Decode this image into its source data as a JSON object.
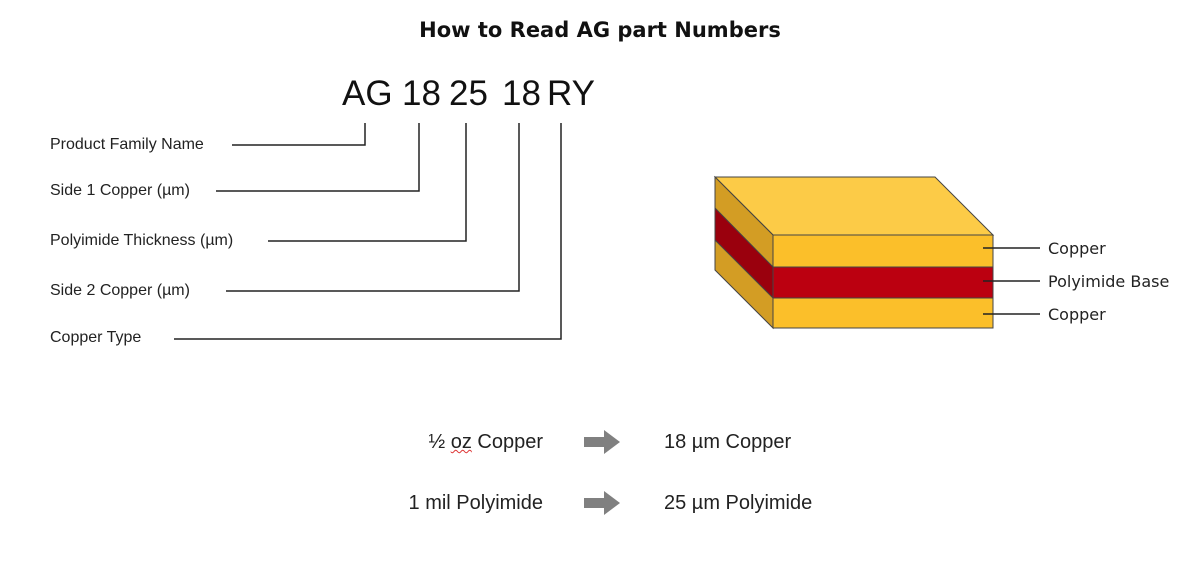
{
  "title": "How to Read AG part Numbers",
  "part_number": {
    "segments": [
      "AG",
      "18",
      "25",
      "18",
      "RY"
    ]
  },
  "fields": [
    "Product Family Name",
    "Side 1 Copper (µm)",
    "Polyimide Thickness (µm)",
    "Side 2 Copper (µm)",
    "Copper Type"
  ],
  "layers": [
    "Copper",
    "Polyimide Base",
    "Copper"
  ],
  "conversions": [
    {
      "from_prefix": "½",
      "from_underlined": "oz",
      "from_suffix": "Copper",
      "to": "18 µm Copper"
    },
    {
      "from": "1 mil Polyimide",
      "to": "25 µm Polyimide"
    }
  ],
  "colors": {
    "copper": "#fbbf2a",
    "copper_top": "#fccb47",
    "copper_side": "#d39d24",
    "polyimide": "#bb0010",
    "polyimide_side": "#9a000d",
    "arrow": "#808080"
  }
}
